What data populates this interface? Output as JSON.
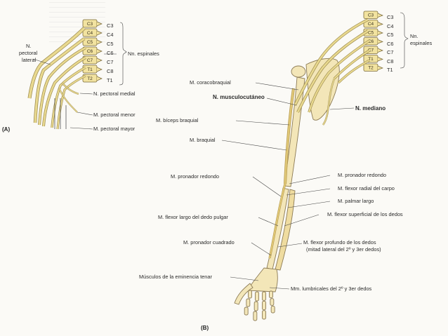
{
  "panel_a": {
    "tag": "(A)",
    "vertebrae": [
      "C3",
      "C4",
      "C5",
      "C6",
      "C7",
      "T1",
      "T2"
    ],
    "root_labels": [
      "C3",
      "C4",
      "C5",
      "C6",
      "C7",
      "C8",
      "T1"
    ],
    "spinal_nerves": "Nn. espinales",
    "lateral_pectoral": [
      "N.",
      "pectoral",
      "lateral"
    ],
    "medial_pectoral": "N. pectoral medial",
    "pectoralis_minor": "M. pectoral menor",
    "pectoralis_major": "M. pectoral mayor"
  },
  "panel_b": {
    "tag": "(B)",
    "vertebrae": [
      "C3",
      "C4",
      "C5",
      "C6",
      "C7",
      "T1",
      "T2"
    ],
    "root_labels": [
      "C3",
      "C4",
      "C5",
      "C6",
      "C7",
      "C8",
      "T1"
    ],
    "spinal_nerves": [
      "Nn.",
      "espinales"
    ],
    "left_labels": {
      "coracobrachialis": "M. coracobraquial",
      "musculocutaneous": "N. musculocutáneo",
      "biceps": "M. bíceps braquial",
      "brachialis": "M. braquial",
      "pronator_teres_left": "M. pronador redondo",
      "fpl": "M. flexor largo del dedo pulgar",
      "pronator_quadratus": "M. pronador cuadrado",
      "thenar": "Músculos de la eminencia tenar"
    },
    "right_labels": {
      "median": "N. mediano",
      "pronator_teres_right": "M. pronador redondo",
      "fcr": "M. flexor radial del carpo",
      "palmaris": "M. palmar largo",
      "fds": "M. flexor superficial de los dedos",
      "fdp_line1": "M. flexor profundo de los dedos",
      "fdp_line2": "(mitad lateral del 2º y 3er dedos)",
      "lumbricals": "Mm. lumbricales del 2º y 3er dedos"
    }
  },
  "colors": {
    "vertebra": "#f2e3a0",
    "vertebra_outline": "#7a6a3a",
    "nerve": "#e9d98f",
    "nerve_outline": "#9b8a4e",
    "bone": "#f3e6b8",
    "bone_outline": "#8c7b55",
    "leader": "#444444"
  }
}
